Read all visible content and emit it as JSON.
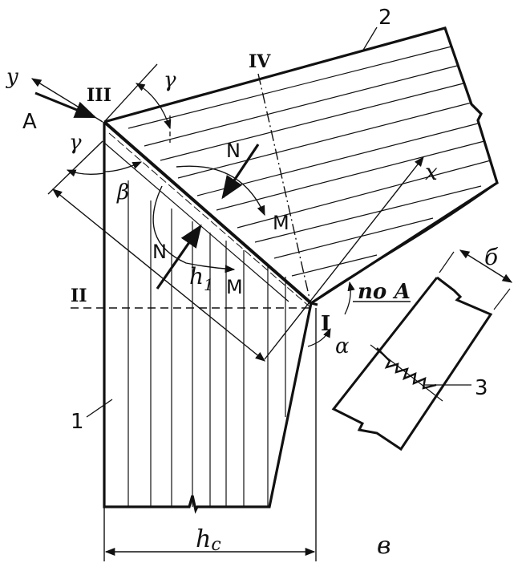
{
  "labels": {
    "num_1": "1",
    "num_2": "2",
    "num_3": "3",
    "sec_II": "II",
    "sec_III": "III",
    "sec_IV": "IV",
    "sec_I": "I",
    "axis_y": "y",
    "axis_x": "x",
    "view_A": "A",
    "view_po_A": "по А",
    "gamma_top": "γ",
    "gamma_left": "γ",
    "beta": "β",
    "alpha": "α",
    "n_upper": "N",
    "n_lower": "N",
    "m_upper": "M",
    "m_lower": "M",
    "h1": "h",
    "h1_sub": "1",
    "hc": "h",
    "hc_sub": "c",
    "b_dim": "б",
    "fig_letter": "в"
  }
}
